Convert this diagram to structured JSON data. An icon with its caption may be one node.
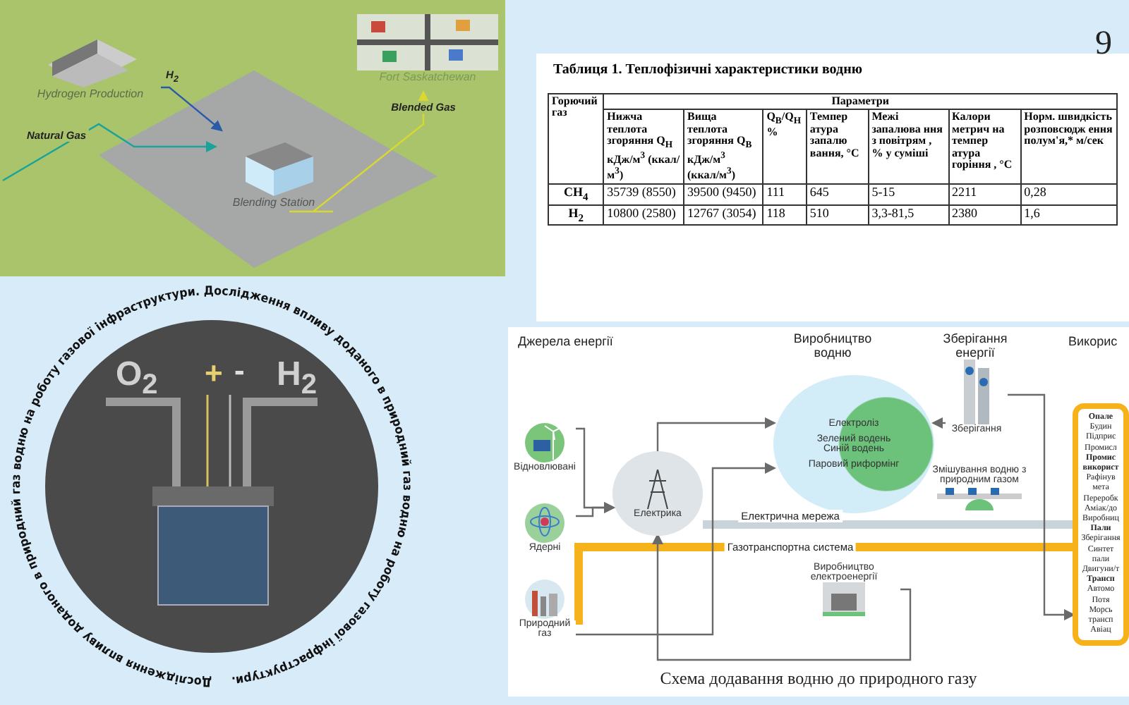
{
  "diagram": {
    "caption": "Схема додавання водню до природного газу",
    "nodes": [
      {
        "text": [
          "Hydrogen Production"
        ]
      },
      {
        "text": [
          "Blending Station"
        ]
      },
      {
        "text": [
          "Fort Saskatchewan"
        ]
      },
      {
        "text": [
          "Відновлювані"
        ]
      },
      {
        "text": [
          "Ядерні"
        ]
      },
      {
        "text": [
          "Природний газ"
        ]
      },
      {
        "text": [
          "Електрика"
        ]
      },
      {
        "text": [
          "Електроліз",
          "Зелений водень",
          "Синій водень",
          "Паровий риформінг"
        ]
      },
      {
        "text": [
          "Зберігання"
        ]
      },
      {
        "text": [
          "Змішування водню з природним газом"
        ]
      },
      {
        "text": [
          "Виробництво електроенергії"
        ]
      },
      {
        "text": [
          "Опале",
          "Будин",
          "Підприє",
          "Промисл",
          "Промис",
          "використ",
          "Рафінув",
          "мета",
          "Переробк",
          "Аміак/до",
          "Виробниц",
          "Пали",
          "Зберігання",
          "Синтет",
          "пали",
          "Двигуни/т",
          "Трансп",
          "Автомо",
          "Потя",
          "Морсь",
          "трансп",
          "Авіац"
        ]
      }
    ],
    "edges": [
      {
        "from": 0,
        "to": 1,
        "arrow": "to",
        "label": "H$_{2}$",
        "color": "#2a5aa8"
      },
      {
        "from": null,
        "to": 1,
        "arrow": "to",
        "label": "Natural Gas",
        "color": "#1aa39a"
      },
      {
        "from": 1,
        "to": 2,
        "arrow": "to",
        "label": "Blended Gas",
        "color": "#d8d830"
      },
      {
        "from": 3,
        "to": 6,
        "arrow": "to"
      },
      {
        "from": 4,
        "to": 6,
        "arrow": "to"
      },
      {
        "from": 5,
        "to": 11,
        "arrow": "none",
        "label": "Газотранспортна система",
        "style": "thick",
        "color": "#f5b21b"
      },
      {
        "from": 6,
        "to": 11,
        "arrow": "none",
        "label": "Електрична мережа",
        "style": "thick",
        "color": "#c8d3da"
      },
      {
        "from": 6,
        "to": 7,
        "arrow": "to"
      },
      {
        "from": 5,
        "to": 7,
        "arrow": "to"
      },
      {
        "from": 8,
        "to": 7,
        "arrow": "to"
      },
      {
        "from": 8,
        "to": 11,
        "arrow": "to"
      },
      {
        "from": 10,
        "to": 6,
        "arrow": "to"
      }
    ],
    "labels": [
      "9",
      "Таблиця 1. Теплофізичні характеристики водню",
      "Горючий газ",
      "Параметри",
      "Нижча теплота згоряння Q$_{Н}$ кДж/м$^{3}$ (ккал/м$^{3}$)",
      "Вища теплота згоряння Q$_{В}$ кДж/м$^{3}$ (ккал/м$^{3}$)",
      "Q$_{В}$/Q$_{Н}$ %",
      "Темпер атура запалю вання, °С",
      "Межі запалюва ння з повітрям , % у суміші",
      "Калори метрич на темпер атура горіння , °С",
      "Норм. швидкість розповсюдж ення полум'я,* м/сек",
      "CH$_{4}$",
      "35739 (8550)",
      "39500 (9450)",
      "111",
      "645",
      "5-15",
      "2211",
      "0,28",
      "H$_{2}$",
      "10800 (2580)",
      "12767 (3054)",
      "118",
      "510",
      "3,3-81,5",
      "2380",
      "1,6",
      "Дослідження впливу доданого в природний газ водню на роботу газової інфраструктури. Дослідження впливу доданого в природний газ водню на роботу газової інфраструктури.",
      "O$_{2}$",
      "+",
      "-",
      "H$_{2}$",
      "Джерела енергії",
      "Виробництво водню",
      "Зберігання енергії",
      "Викорис"
    ]
  }
}
